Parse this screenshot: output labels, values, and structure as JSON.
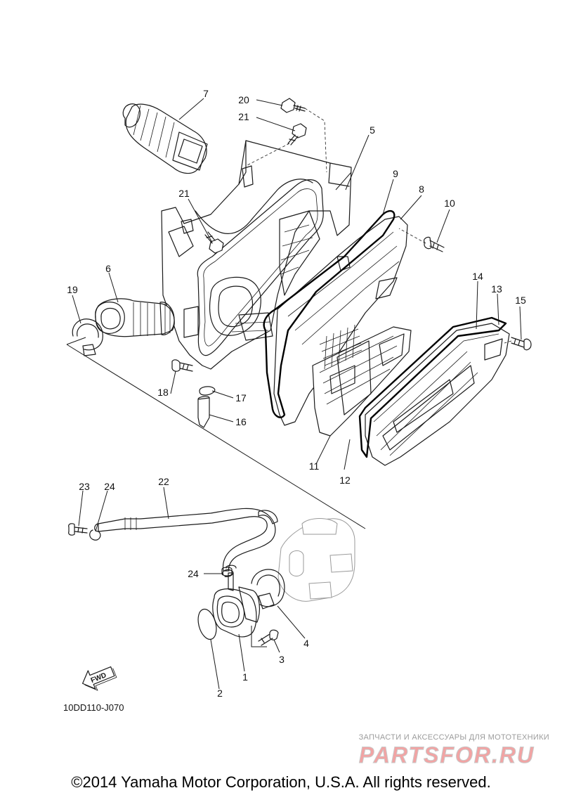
{
  "diagram": {
    "drawing_code": "10DD110-J070",
    "fwd_label": "FWD",
    "callouts": [
      {
        "id": "c1",
        "label": "1"
      },
      {
        "id": "c2",
        "label": "2"
      },
      {
        "id": "c3",
        "label": "3"
      },
      {
        "id": "c4",
        "label": "4"
      },
      {
        "id": "c5",
        "label": "5"
      },
      {
        "id": "c6",
        "label": "6"
      },
      {
        "id": "c7",
        "label": "7"
      },
      {
        "id": "c8",
        "label": "8"
      },
      {
        "id": "c9",
        "label": "9"
      },
      {
        "id": "c10",
        "label": "10"
      },
      {
        "id": "c11",
        "label": "11"
      },
      {
        "id": "c12",
        "label": "12"
      },
      {
        "id": "c13",
        "label": "13"
      },
      {
        "id": "c14",
        "label": "14"
      },
      {
        "id": "c15",
        "label": "15"
      },
      {
        "id": "c16",
        "label": "16"
      },
      {
        "id": "c17",
        "label": "17"
      },
      {
        "id": "c18",
        "label": "18"
      },
      {
        "id": "c19",
        "label": "19"
      },
      {
        "id": "c20",
        "label": "20"
      },
      {
        "id": "c21a",
        "label": "21"
      },
      {
        "id": "c21b",
        "label": "21"
      },
      {
        "id": "c22",
        "label": "22"
      },
      {
        "id": "c23",
        "label": "23"
      },
      {
        "id": "c24a",
        "label": "24"
      },
      {
        "id": "c24b",
        "label": "24"
      }
    ]
  },
  "watermark": {
    "tagline": "ЗАПЧАСТИ И АКСЕССУАРЫ ДЛЯ МОТОТЕХНИКИ",
    "logo_text": "PARTSFOR.RU",
    "color_dark": "#c9c9c9",
    "color_accent": "#f2a3a3"
  },
  "footer": {
    "copyright": "©2014 Yamaha Motor Corporation, U.S.A. All rights reserved."
  }
}
